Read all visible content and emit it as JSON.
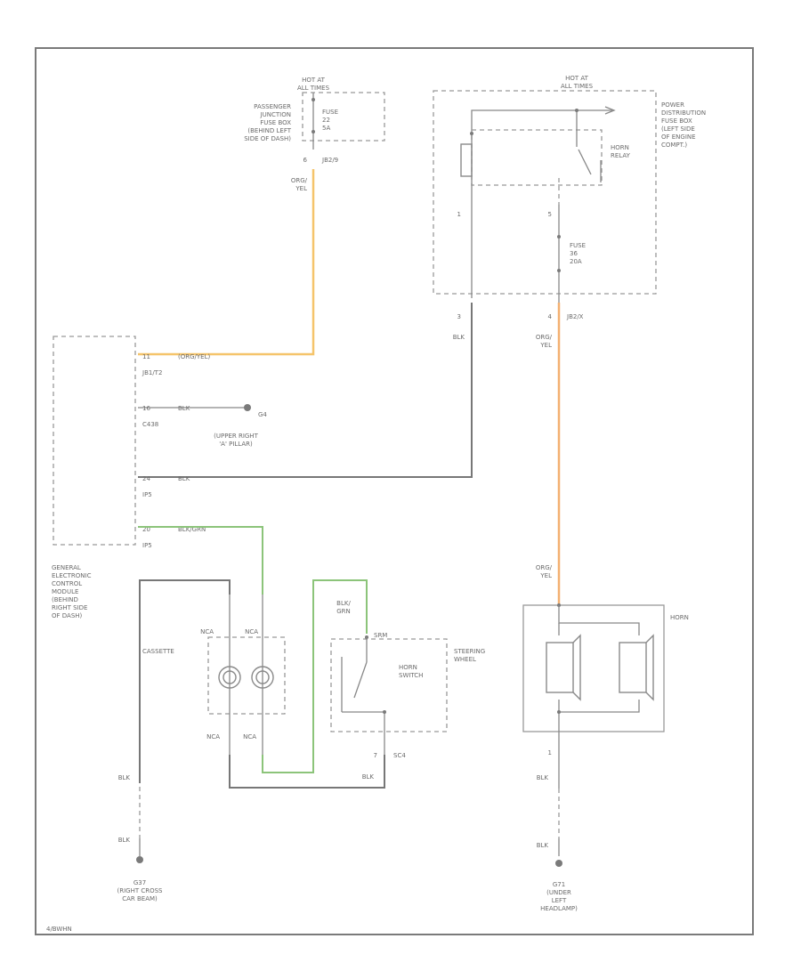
{
  "labels": {
    "hot_at_left": [
      "HOT AT",
      "ALL TIMES"
    ],
    "hot_at_right": [
      "HOT AT",
      "ALL TIMES"
    ],
    "passenger_jb": [
      "PASSENGER",
      "JUNCTION",
      "FUSE BOX",
      "(BEHIND LEFT",
      "SIDE OF DASH)"
    ],
    "fuse_left": [
      "FUSE",
      "22",
      "5A"
    ],
    "conn_jb2": "JB2/9",
    "pin_left": "6",
    "wire_org_yel_1": [
      "ORG/",
      "YEL"
    ],
    "power_dist": [
      "POWER",
      "DISTRIBUTION",
      "FUSE BOX",
      "(LEFT SIDE",
      "OF ENGINE",
      "COMPT.)"
    ],
    "horn_relay": [
      "HORN",
      "RELAY"
    ],
    "pin_1": "1",
    "pin_5": "5",
    "fuse_right": [
      "FUSE",
      "36",
      "20A"
    ],
    "pin_3": "3",
    "pin_4": "4",
    "conn_jb2x": "JB2/X",
    "wire_blk_1": "BLK",
    "wire_org_yel_2": [
      "ORG/",
      "YEL"
    ],
    "gem_pin_11": "11",
    "gem_wire_org": "(ORG/YEL)",
    "gem_conn_1": "JB1/T2",
    "gem_pin_16": "16",
    "gem_wire_blk": "BLK",
    "gem_g4": "G4",
    "gem_conn_2": "C438",
    "upper_right": [
      "(UPPER RIGHT",
      "'A' PILLAR)"
    ],
    "gem_pin_24": "24",
    "gem_wire_blk2": "BLK",
    "gem_conn_3": "IP5",
    "gem_pin_20": "20",
    "gem_wire_blkgrn": "BLK/GRN",
    "gem_conn_4": "IP5",
    "gem_title": [
      "GENERAL",
      "ELECTRONIC",
      "CONTROL",
      "MODULE",
      "(BEHIND",
      "RIGHT SIDE",
      "OF DASH)"
    ],
    "cassette": "CASSETTE",
    "nca_top_1": "NCA",
    "nca_top_2": "NCA",
    "nca_bot_1": "NCA",
    "nca_bot_2": "NCA",
    "wire_blk_grn": [
      "BLK/",
      "GRN"
    ],
    "conn_srm": "SRM",
    "steering": [
      "STEERING",
      "WHEEL"
    ],
    "horn_switch": [
      "HORN",
      "SWITCH"
    ],
    "pin_7": "7",
    "conn_sc4": "SC4",
    "wire_blk_2": "BLK",
    "wire_blk_3": "BLK",
    "wire_blk_4": "BLK",
    "ground_left": [
      "G37",
      "(RIGHT CROSS",
      "CAR BEAM)"
    ],
    "wire_org_yel_3": [
      "ORG/",
      "YEL"
    ],
    "horn": "HORN",
    "pin_h1": "1",
    "wire_blk_5": "BLK",
    "wire_blk_6": "BLK",
    "ground_right": [
      "G71",
      "(UNDER",
      "LEFT",
      "HEADLAMP)"
    ],
    "figure_id": "4/BWHN"
  },
  "colors": {
    "orange_yellow_wire": "#f5c46a",
    "orange_wire": "#f3b070",
    "green_wire": "#8cc47a",
    "black_wire": "#777777"
  }
}
